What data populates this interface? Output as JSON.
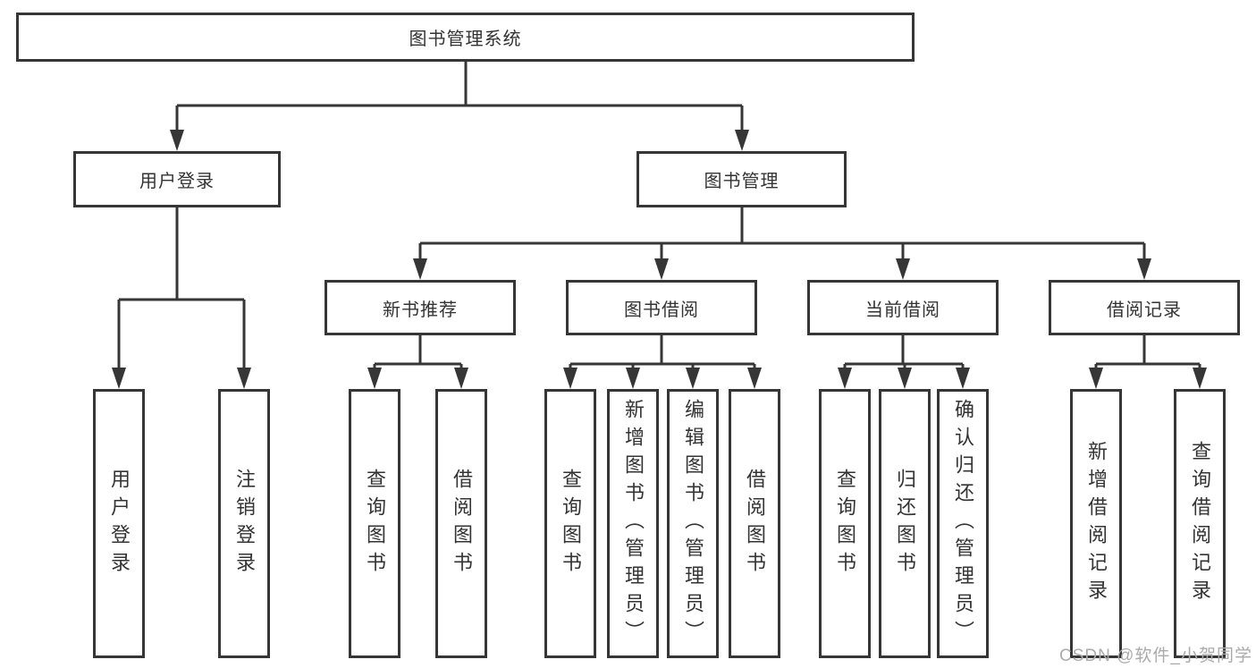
{
  "nodes": {
    "root": "图书管理系统",
    "user_login": "用户登录",
    "book_management": "图书管理",
    "new_book_recommend": "新书推荐",
    "book_borrow": "图书借阅",
    "current_borrow": "当前借阅",
    "borrow_records": "借阅记录",
    "leaf_user_login": "用户登录",
    "leaf_logout": "注销登录",
    "leaf_query_books_1": "查询图书",
    "leaf_borrow_books_1": "借阅图书",
    "leaf_query_books_2": "查询图书",
    "leaf_add_book_admin": "新增图书（管理员）",
    "leaf_edit_book_admin": "编辑图书（管理员）",
    "leaf_borrow_books_2": "借阅图书",
    "leaf_query_books_3": "查询图书",
    "leaf_return_book": "归还图书",
    "leaf_confirm_return_admin": "确认归还（管理员）",
    "leaf_add_borrow_record": "新增借阅记录",
    "leaf_query_borrow_record": "查询借阅记录"
  },
  "hierarchy": {
    "图书管理系统": [
      "用户登录",
      "图书管理"
    ],
    "用户登录": [
      "用户登录",
      "注销登录"
    ],
    "图书管理": [
      "新书推荐",
      "图书借阅",
      "当前借阅",
      "借阅记录"
    ],
    "新书推荐": [
      "查询图书",
      "借阅图书"
    ],
    "图书借阅": [
      "查询图书",
      "新增图书（管理员）",
      "编辑图书（管理员）",
      "借阅图书"
    ],
    "当前借阅": [
      "查询图书",
      "归还图书",
      "确认归还（管理员）"
    ],
    "借阅记录": [
      "新增借阅记录",
      "查询借阅记录"
    ]
  },
  "watermark": {
    "text": "CSDN @软件_小贺同学"
  },
  "colors": {
    "line": "#363636",
    "box_border": "#363636",
    "box_fill": "#ffffff",
    "text": "#333333",
    "watermark": "#ababab"
  }
}
